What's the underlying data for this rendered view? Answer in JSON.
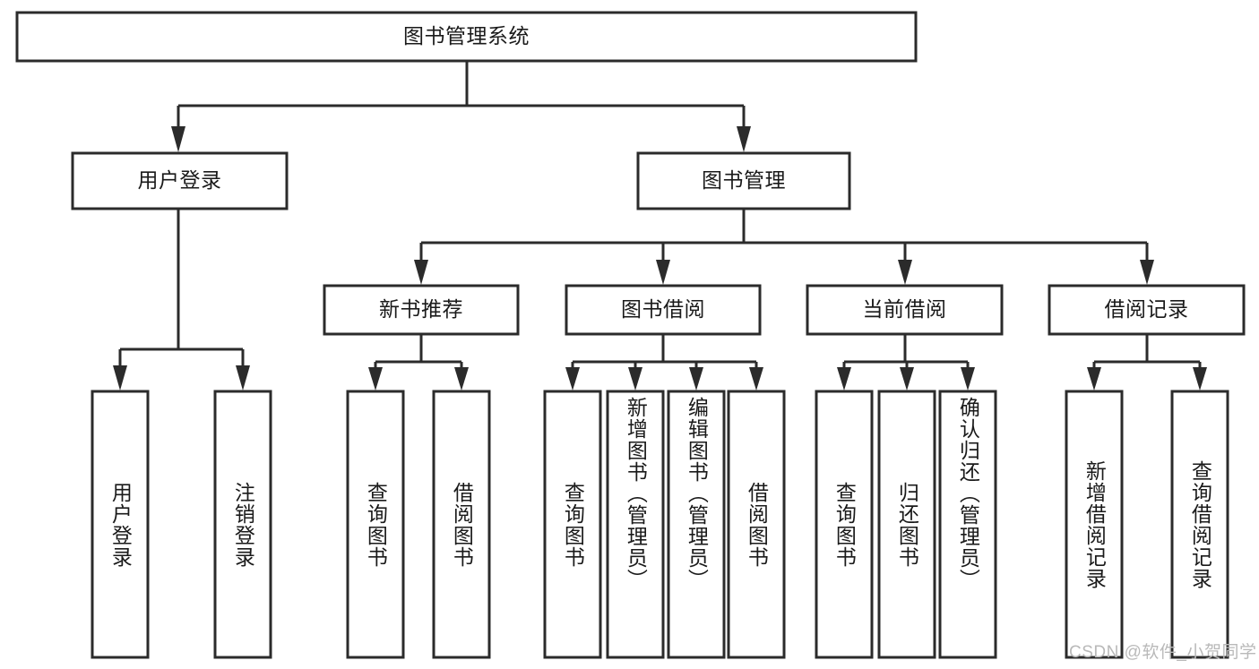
{
  "diagram": {
    "type": "hierarchy-tree",
    "title": "图书管理系统",
    "watermark": "CSDN @软件_小贺同学",
    "colors": {
      "stroke": "#2b2b2b",
      "box_fill": "#ffffff",
      "text": "#1a1a1a",
      "background": "#ffffff",
      "watermark": "#b9b9b9"
    },
    "levels": {
      "root": "图书管理系统",
      "level2": [
        "用户登录",
        "图书管理"
      ],
      "level3": [
        "新书推荐",
        "图书借阅",
        "当前借阅",
        "借阅记录"
      ]
    },
    "nodes": {
      "root": {
        "label": "图书管理系统"
      },
      "user_login": {
        "label": "用户登录"
      },
      "book_manage": {
        "label": "图书管理"
      },
      "new_book_rec": {
        "label": "新书推荐"
      },
      "book_borrow": {
        "label": "图书借阅"
      },
      "current_borrow": {
        "label": "当前借阅"
      },
      "borrow_record": {
        "label": "借阅记录"
      },
      "leaf_user_login": {
        "label": "用户登录"
      },
      "leaf_user_logout": {
        "label": "注销登录"
      },
      "leaf_query_book_1": {
        "label": "查询图书"
      },
      "leaf_borrow_book_1": {
        "label": "借阅图书"
      },
      "leaf_query_book_2": {
        "label": "查询图书"
      },
      "leaf_add_book": {
        "label": "新增图书（管理员）"
      },
      "leaf_edit_book": {
        "label": "编辑图书（管理员）"
      },
      "leaf_borrow_book_2": {
        "label": "借阅图书"
      },
      "leaf_query_book_3": {
        "label": "查询图书"
      },
      "leaf_return_book": {
        "label": "归还图书"
      },
      "leaf_confirm_return": {
        "label": "确认归还（管理员）"
      },
      "leaf_add_record": {
        "label": "新增借阅记录"
      },
      "leaf_query_record": {
        "label": "查询借阅记录"
      }
    },
    "edges": [
      {
        "from": "图书管理系统",
        "to": "用户登录"
      },
      {
        "from": "图书管理系统",
        "to": "图书管理"
      },
      {
        "from": "用户登录",
        "to": "用户登录"
      },
      {
        "from": "用户登录",
        "to": "注销登录"
      },
      {
        "from": "图书管理",
        "to": "新书推荐"
      },
      {
        "from": "图书管理",
        "to": "图书借阅"
      },
      {
        "from": "图书管理",
        "to": "当前借阅"
      },
      {
        "from": "图书管理",
        "to": "借阅记录"
      },
      {
        "from": "新书推荐",
        "to": "查询图书"
      },
      {
        "from": "新书推荐",
        "to": "借阅图书"
      },
      {
        "from": "图书借阅",
        "to": "查询图书"
      },
      {
        "from": "图书借阅",
        "to": "新增图书（管理员）"
      },
      {
        "from": "图书借阅",
        "to": "编辑图书（管理员）"
      },
      {
        "from": "图书借阅",
        "to": "借阅图书"
      },
      {
        "from": "当前借阅",
        "to": "查询图书"
      },
      {
        "from": "当前借阅",
        "to": "归还图书"
      },
      {
        "from": "当前借阅",
        "to": "确认归还（管理员）"
      },
      {
        "from": "借阅记录",
        "to": "新增借阅记录"
      },
      {
        "from": "借阅记录",
        "to": "查询借阅记录"
      }
    ]
  }
}
